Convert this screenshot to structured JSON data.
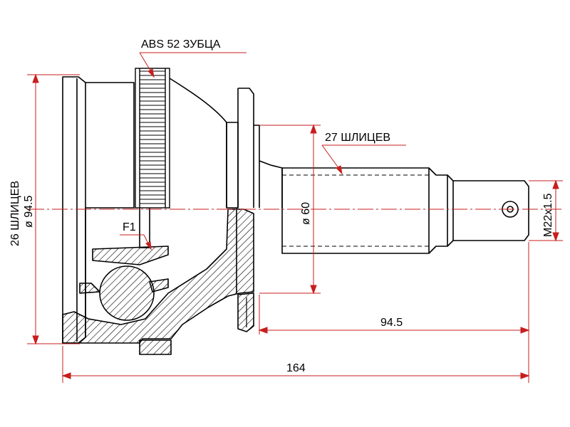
{
  "diagram": {
    "labels": {
      "abs_teeth": "ABS 52 ЗУБЦА",
      "outer_splines": "27 ШЛИЦЕВ",
      "inner_splines": "26 ШЛИЦЕВ",
      "outer_diameter": "ø 94.5",
      "shaft_diameter": "ø 60",
      "thread": "M22x1.5",
      "shaft_length": "94.5",
      "total_length": "164",
      "face_mark": "F1"
    },
    "colors": {
      "outline": "#000000",
      "dimension": "#c81e1e",
      "hatch": "#000000",
      "background": "#ffffff"
    }
  }
}
